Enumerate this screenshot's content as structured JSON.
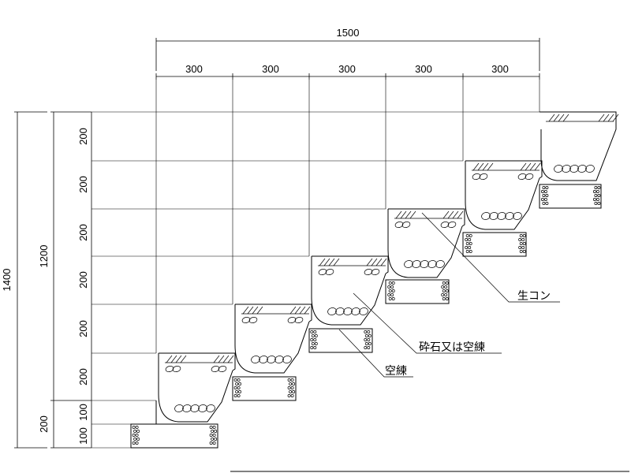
{
  "dimensions": {
    "total_width": "1500",
    "horizontal": [
      "300",
      "300",
      "300",
      "300",
      "300"
    ],
    "total_height": "1400",
    "sub_height": "1200",
    "vertical_rises": [
      "200",
      "200",
      "200",
      "200",
      "200",
      "200"
    ],
    "base_total": "200",
    "base_split": [
      "100",
      "100"
    ]
  },
  "labels": {
    "nama_con": "生コン",
    "gravel_or_dry_mortar": "砕石又は空練",
    "dry_mortar": "空練"
  },
  "colors": {
    "line": "#000000",
    "hatch": "#000000"
  }
}
